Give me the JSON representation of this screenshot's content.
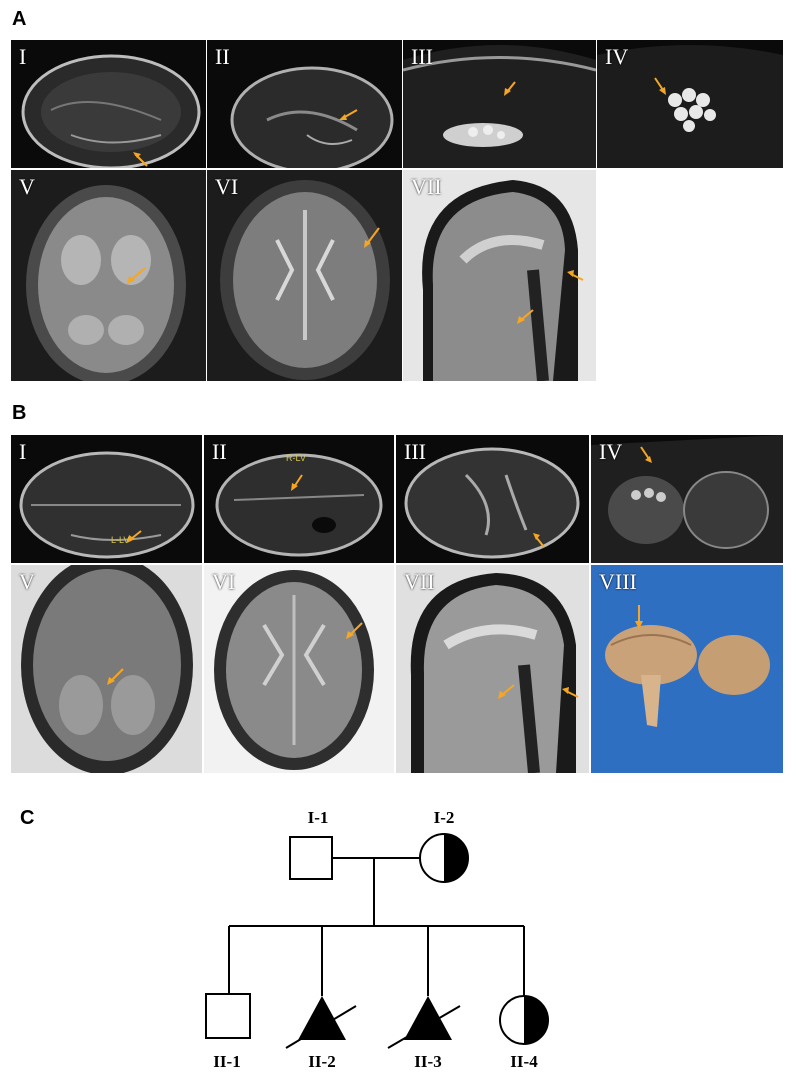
{
  "sections": {
    "a_letter": "A",
    "b_letter": "B",
    "c_letter": "C"
  },
  "panels_a": {
    "i": "I",
    "ii": "II",
    "iii": "III",
    "iv": "IV",
    "v": "V",
    "vi": "VI",
    "vii": "VII"
  },
  "panels_b": {
    "i": "I",
    "ii": "II",
    "iii": "III",
    "iv": "IV",
    "v": "V",
    "vi": "VI",
    "vii": "VII",
    "viii": "VIII"
  },
  "annotations": {
    "b_ii_marker": "R-LV",
    "b_i_marker": "L-LV"
  },
  "pedigree": {
    "individuals": {
      "i1": "I-1",
      "i2": "I-2",
      "ii1": "II-1",
      "ii2": "II-2",
      "ii3": "II-3",
      "ii4": "II-4"
    }
  },
  "colors": {
    "arrow": "#f5a623",
    "ultrasound_bg": "#0a0a0a",
    "mri_bg": "#1c1c1c",
    "photo_bg": "#2a6fc4",
    "affected_fill": "#000000"
  }
}
